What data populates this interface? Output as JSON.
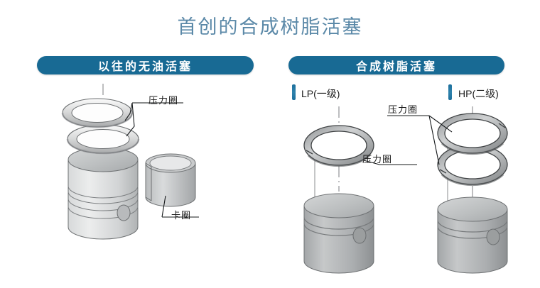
{
  "page": {
    "title": "首创的合成树脂活塞",
    "title_color": "#5b89a8",
    "background": "#ffffff",
    "accent_color": "#186a94"
  },
  "panels": {
    "left": {
      "header": "以往的无油活塞",
      "labels": {
        "pressure_ring": "压力圈",
        "snap_ring": "卡圈"
      }
    },
    "right": {
      "header": "合成树脂活塞",
      "stages": {
        "lp": "LP(一级)",
        "hp": "HP(二级)"
      },
      "labels": {
        "pressure_ring_upper": "压力圈",
        "pressure_ring_lower": "压力圈"
      }
    }
  },
  "icons": {
    "stage-marker": "vertical-bar-marker",
    "leader-line": "callout-leader-line"
  }
}
